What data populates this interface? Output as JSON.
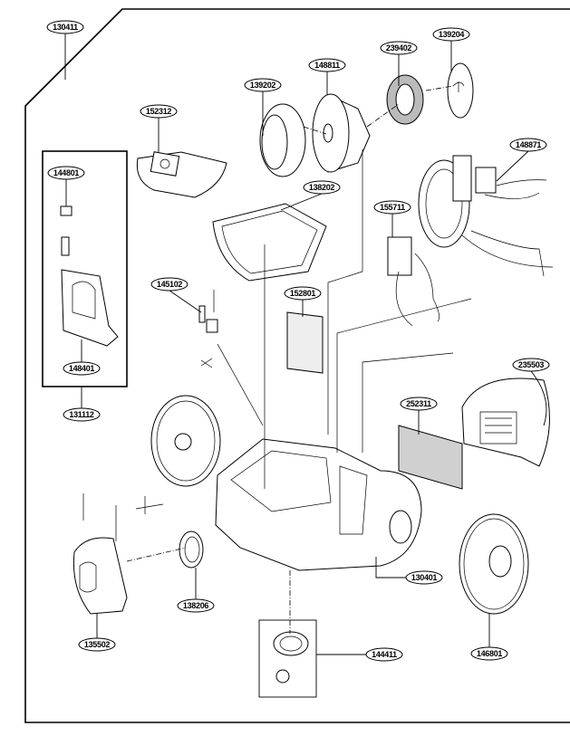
{
  "diagram": {
    "parts": {
      "frame": "130411",
      "fan_cover": "139204",
      "motor_filter": "239402",
      "motor": "148811",
      "motor_gasket": "139202",
      "dust_bag": "152312",
      "cord_reel": "148871",
      "button": "144801",
      "bag_holder_gasket": "138202",
      "pcb_assembly": "155711",
      "latch": "145102",
      "pre_filter": "152801",
      "cover_inner": "148401",
      "cover_assembly": "131112",
      "exhaust_grille": "235503",
      "exhaust_filter": "252311",
      "hose_gasket": "138206",
      "front_cover": "135502",
      "caster_assembly": "144411",
      "body": "130401",
      "wheel": "146801"
    },
    "colors": {
      "line": "#000000",
      "filter_fill": "#d0d0d0"
    }
  }
}
